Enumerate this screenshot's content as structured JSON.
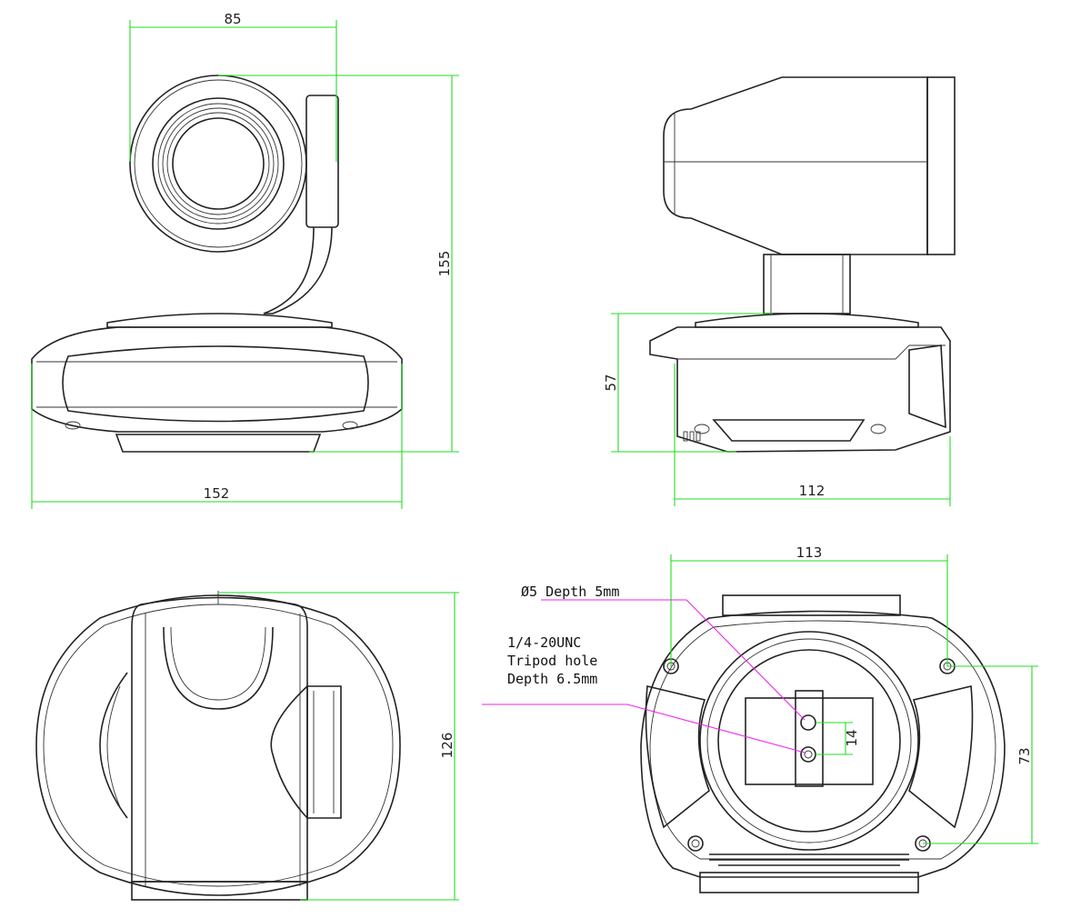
{
  "title": "PTZ camera dimension drawing",
  "colors": {
    "dimension": "#22dd22",
    "leader": "#ee22ee",
    "outline": "#222222"
  },
  "front_view": {
    "width_head": "85",
    "height_total": "155",
    "width_base": "152"
  },
  "side_view": {
    "base_height": "57",
    "depth": "112"
  },
  "top_view": {
    "depth": "126"
  },
  "bottom_view": {
    "hole_spacing_x": "113",
    "hole_spacing_y": "73",
    "hole_offset": "14",
    "note_hole": "Ø5 Depth 5mm",
    "note_tripod": [
      "1/4-20UNC",
      "Tripod hole",
      "Depth 6.5mm"
    ]
  }
}
